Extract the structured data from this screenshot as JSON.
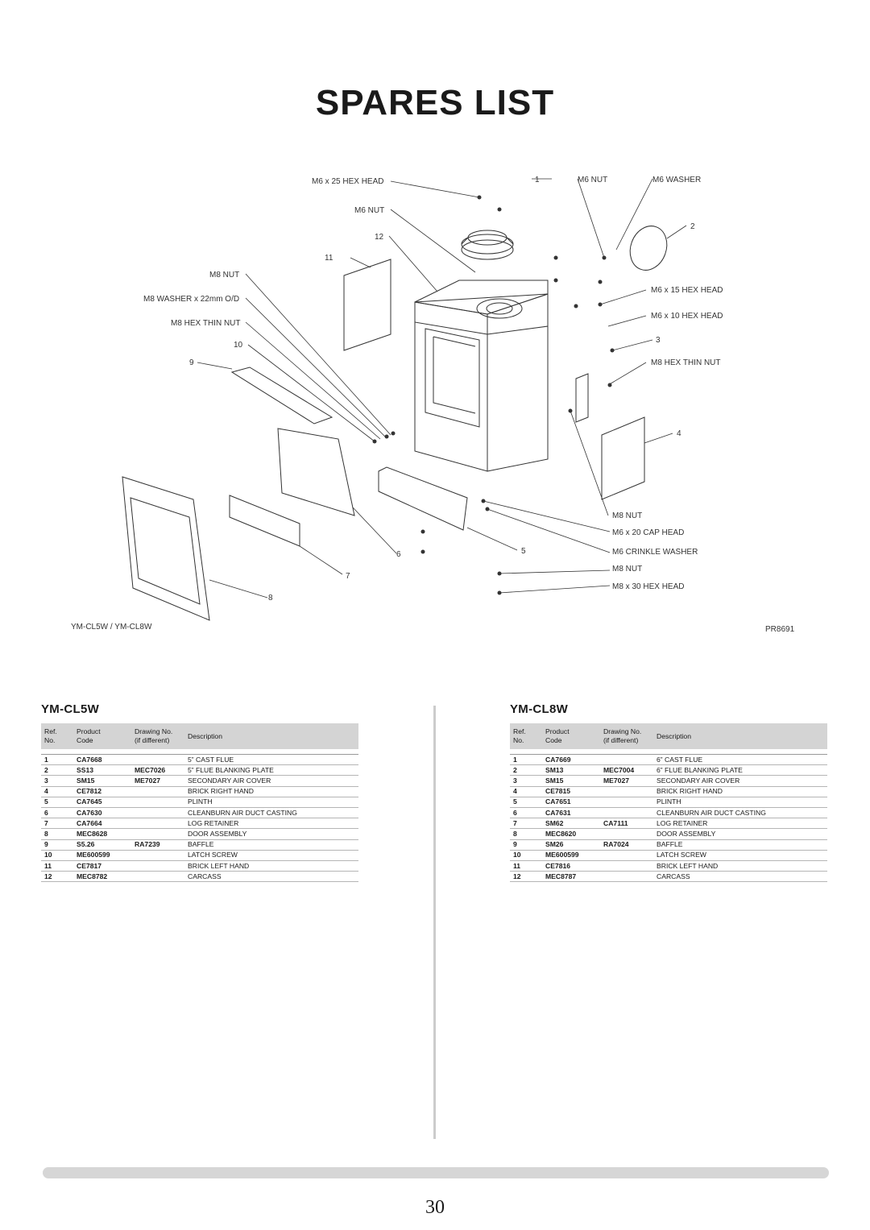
{
  "page_title": "SPARES LIST",
  "diagram": {
    "drawing_ref": "PR8691",
    "models_caption": "YM-CL5W / YM-CL8W",
    "callouts": {
      "m6x25": "M6 x 25 HEX HEAD",
      "c1": "1",
      "m6nut_top": "M6 NUT",
      "m6washer": "M6 WASHER",
      "m6nut_left": "M6 NUT",
      "c2": "2",
      "c12": "12",
      "c11": "11",
      "m8nut_left": "M8 NUT",
      "m6x15": "M6 x 15 HEX HEAD",
      "m8washer": "M8 WASHER x 22mm O/D",
      "m6x10": "M6 x 10 HEX HEAD",
      "m8thin_left": "M8 HEX THIN NUT",
      "c3": "3",
      "c10": "10",
      "c9": "9",
      "m8thin_right": "M8 HEX THIN NUT",
      "c4": "4",
      "m8nut_right": "M8 NUT",
      "m6x20": "M6 x 20 CAP HEAD",
      "c6": "6",
      "c5": "5",
      "m6crinkle": "M6 CRINKLE WASHER",
      "c7": "7",
      "m8nut_bottom": "M8 NUT",
      "c8": "8",
      "m8x30": "M8 x 30 HEX HEAD"
    }
  },
  "table_headers": {
    "ref_line1": "Ref.",
    "ref_line2": "No.",
    "product_line1": "Product",
    "product_line2": "Code",
    "drawing_line1": "Drawing No.",
    "drawing_line2": "(if different)",
    "description": "Description"
  },
  "models": [
    {
      "title": "YM-CL5W",
      "rows": [
        {
          "ref": "1",
          "code": "CA7668",
          "drawing": "",
          "desc": "5” CAST FLUE"
        },
        {
          "ref": "2",
          "code": "SS13",
          "drawing": "MEC7026",
          "desc": "5” FLUE BLANKING PLATE"
        },
        {
          "ref": "3",
          "code": "SM15",
          "drawing": "ME7027",
          "desc": "SECONDARY AIR COVER"
        },
        {
          "ref": "4",
          "code": "CE7812",
          "drawing": "",
          "desc": "BRICK RIGHT HAND"
        },
        {
          "ref": "5",
          "code": "CA7645",
          "drawing": "",
          "desc": "PLINTH"
        },
        {
          "ref": "6",
          "code": "CA7630",
          "drawing": "",
          "desc": "CLEANBURN AIR DUCT CASTING"
        },
        {
          "ref": "7",
          "code": "CA7664",
          "drawing": "",
          "desc": "LOG RETAINER"
        },
        {
          "ref": "8",
          "code": "MEC8628",
          "drawing": "",
          "desc": "DOOR ASSEMBLY"
        },
        {
          "ref": "9",
          "code": "S5.26",
          "drawing": "RA7239",
          "desc": "BAFFLE"
        },
        {
          "ref": "10",
          "code": "ME600599",
          "drawing": "",
          "desc": "LATCH SCREW"
        },
        {
          "ref": "11",
          "code": "CE7817",
          "drawing": "",
          "desc": "BRICK LEFT HAND"
        },
        {
          "ref": "12",
          "code": "MEC8782",
          "drawing": "",
          "desc": "CARCASS"
        }
      ]
    },
    {
      "title": "YM-CL8W",
      "rows": [
        {
          "ref": "1",
          "code": "CA7669",
          "drawing": "",
          "desc": "6” CAST FLUE"
        },
        {
          "ref": "2",
          "code": "SM13",
          "drawing": "MEC7004",
          "desc": "6” FLUE BLANKING PLATE"
        },
        {
          "ref": "3",
          "code": "SM15",
          "drawing": "ME7027",
          "desc": "SECONDARY AIR COVER"
        },
        {
          "ref": "4",
          "code": "CE7815",
          "drawing": "",
          "desc": "BRICK RIGHT HAND"
        },
        {
          "ref": "5",
          "code": "CA7651",
          "drawing": "",
          "desc": "PLINTH"
        },
        {
          "ref": "6",
          "code": "CA7631",
          "drawing": "",
          "desc": "CLEANBURN AIR DUCT CASTING"
        },
        {
          "ref": "7",
          "code": "SM62",
          "drawing": "CA7111",
          "desc": "LOG RETAINER"
        },
        {
          "ref": "8",
          "code": "MEC8620",
          "drawing": "",
          "desc": "DOOR ASSEMBLY"
        },
        {
          "ref": "9",
          "code": "SM26",
          "drawing": "RA7024",
          "desc": "BAFFLE"
        },
        {
          "ref": "10",
          "code": "ME600599",
          "drawing": "",
          "desc": "LATCH SCREW"
        },
        {
          "ref": "11",
          "code": "CE7816",
          "drawing": "",
          "desc": "BRICK LEFT HAND"
        },
        {
          "ref": "12",
          "code": "MEC8787",
          "drawing": "",
          "desc": "CARCASS"
        }
      ]
    }
  ],
  "page_number": "30"
}
